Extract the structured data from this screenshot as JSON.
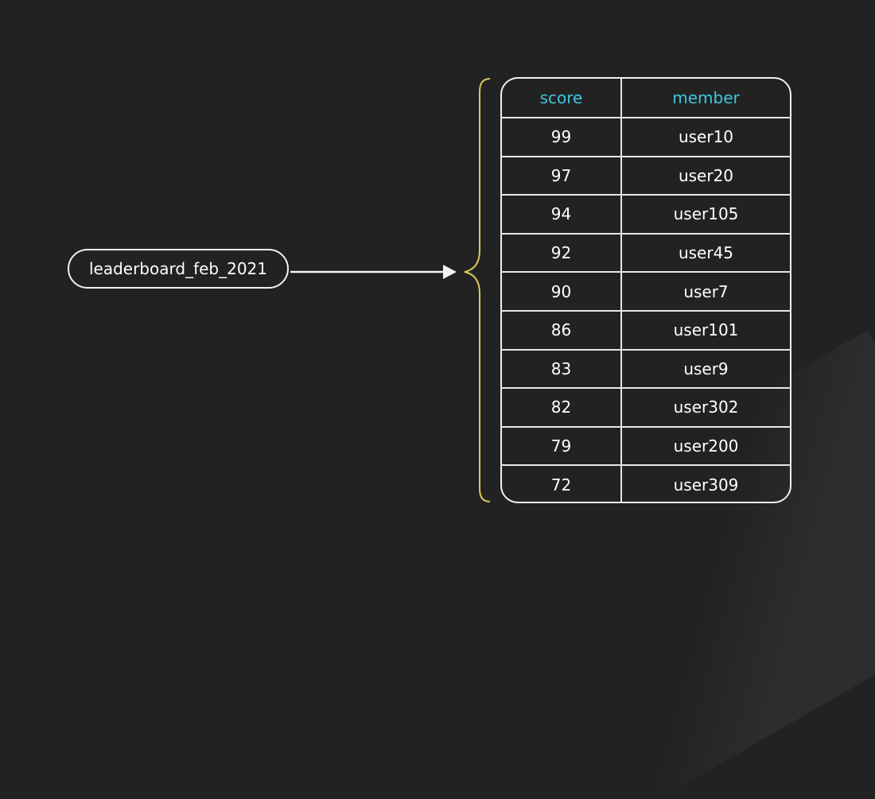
{
  "key": {
    "label": "leaderboard_feb_2021"
  },
  "table": {
    "headers": [
      "score",
      "member"
    ],
    "rows": [
      {
        "score": "99",
        "member": "user10"
      },
      {
        "score": "97",
        "member": "user20"
      },
      {
        "score": "94",
        "member": "user105"
      },
      {
        "score": "92",
        "member": "user45"
      },
      {
        "score": "90",
        "member": "user7"
      },
      {
        "score": "86",
        "member": "user101"
      },
      {
        "score": "83",
        "member": "user9"
      },
      {
        "score": "82",
        "member": "user302"
      },
      {
        "score": "79",
        "member": "user200"
      },
      {
        "score": "72",
        "member": "user309"
      }
    ]
  },
  "colors": {
    "background": "#222222",
    "header_text": "#3fc6e0",
    "brace": "#d8c85a",
    "lines": "#f0f0f0"
  }
}
